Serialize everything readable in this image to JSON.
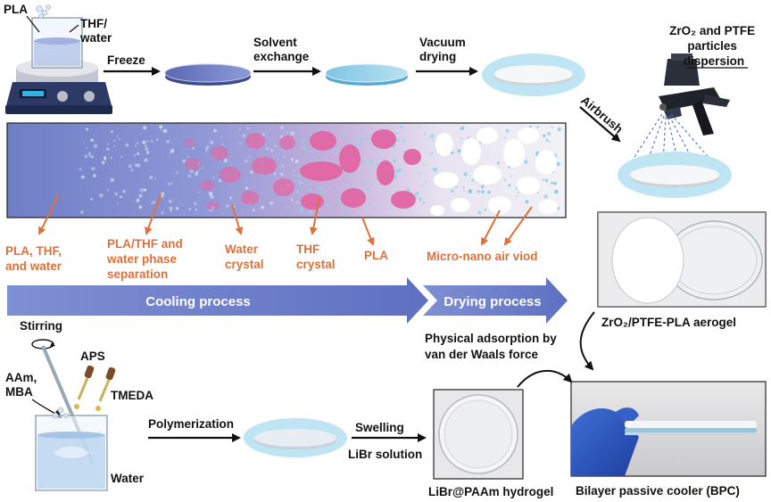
{
  "top_row": {
    "pla": "PLA",
    "thf_water": [
      "THF/",
      "water"
    ],
    "freeze": "Freeze",
    "solvent_exchange": [
      "Solvent",
      "exchange"
    ],
    "vacuum_drying": [
      "Vacuum",
      "drying"
    ],
    "airbrush": "Airbrush",
    "zro2_ptfe": [
      "ZrO₂ and PTFE",
      "particles",
      "dispersion"
    ]
  },
  "phases": {
    "pla_thf_water": [
      "PLA, THF,",
      "and water"
    ],
    "phase_separation": [
      "PLA/THF and",
      "water phase",
      "separation"
    ],
    "water_crystal": [
      "Water",
      "crystal"
    ],
    "thf_crystal": [
      "THF",
      "crystal"
    ],
    "pla": "PLA",
    "air_void": "Micro-nano air viod"
  },
  "process_arrows": {
    "cooling": "Cooling process",
    "drying": "Drying process"
  },
  "bottom_row": {
    "stirring": "Stirring",
    "aam_mba": [
      "AAm,",
      "MBA"
    ],
    "aps": "APS",
    "tmeda": "TMEDA",
    "water": "Water",
    "polymerization": "Polymerization",
    "swelling": "Swelling",
    "libr_solution": "LiBr solution",
    "hydrogel": "LiBr@PAAm hydrogel",
    "physical_adsorption": [
      "Physical adsorption by",
      "van der Waals force"
    ]
  },
  "photos": {
    "aerogel": "ZrO₂/PTFE-PLA aerogel",
    "bpc": "Bilayer passive cooler (BPC)"
  },
  "colors": {
    "orange_label": "#e0703a",
    "arrow_blue": "#6e7fcb",
    "phase_start": "#7080c8",
    "pink_crystal": "#e06aa6",
    "aerogel_halo": "#bfe4f4"
  }
}
